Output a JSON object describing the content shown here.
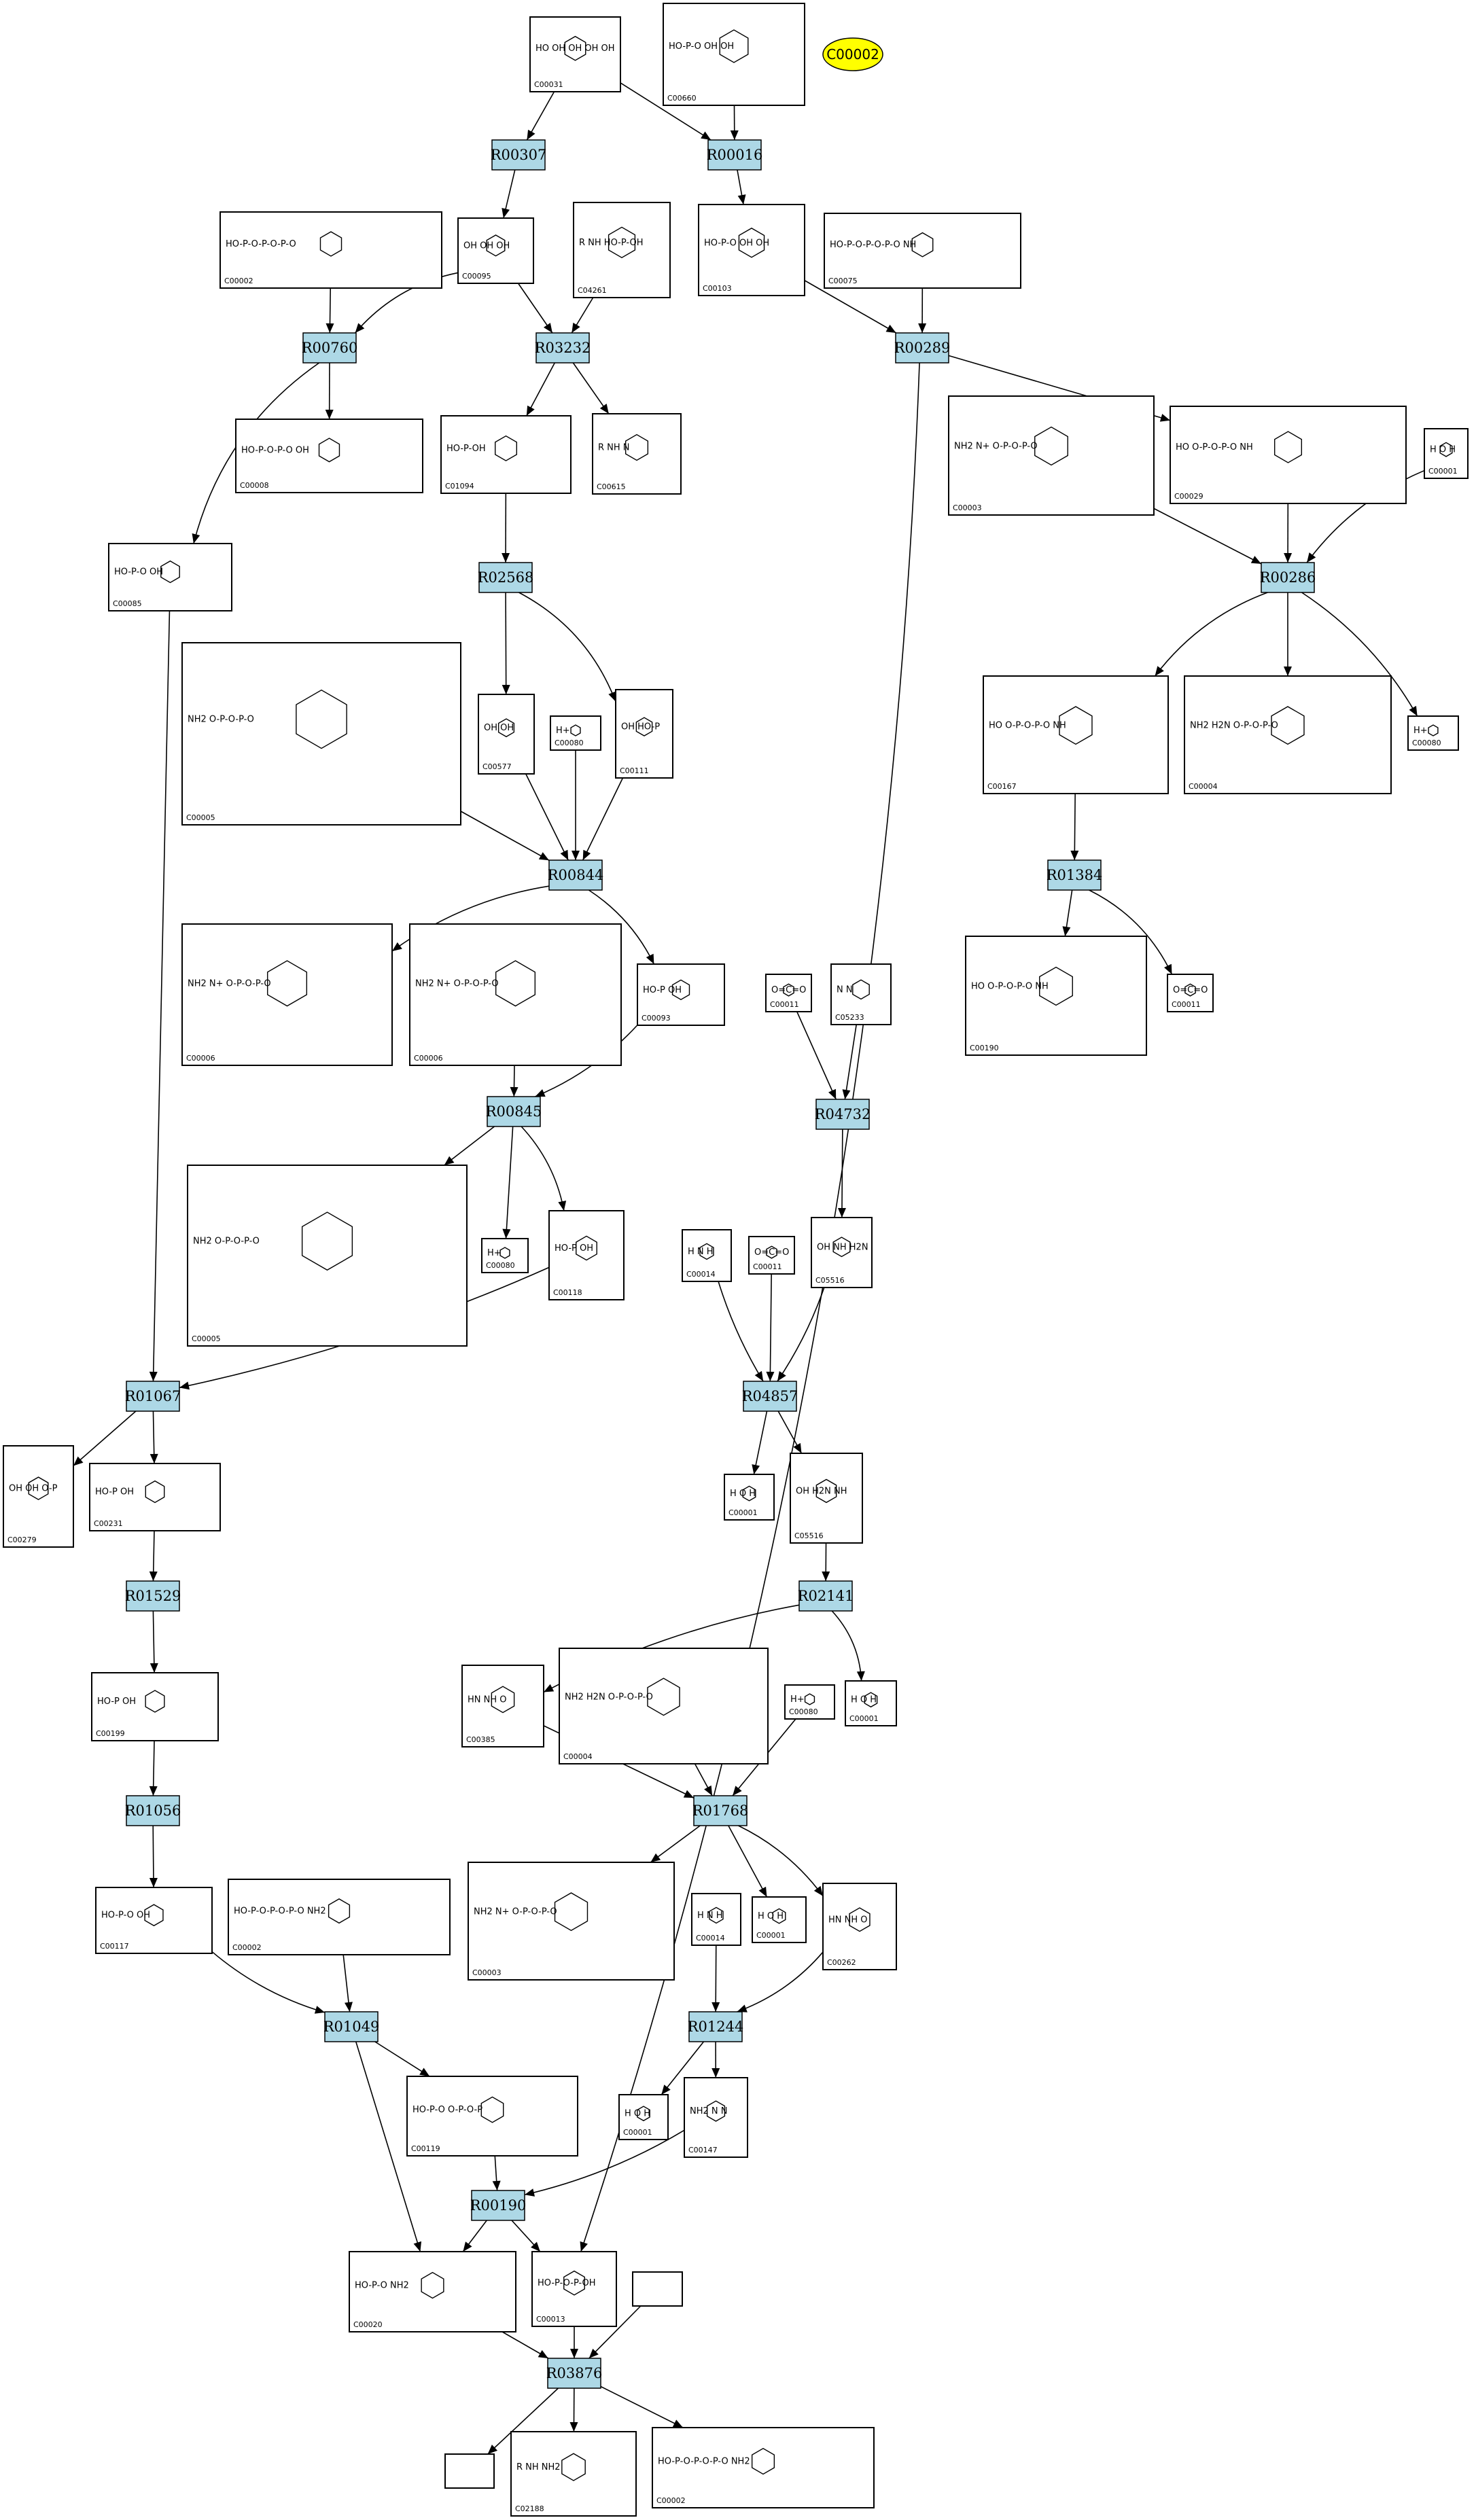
{
  "highlight": {
    "label": "C00002"
  },
  "reactions": [
    {
      "id": "R00307"
    },
    {
      "id": "R00016"
    },
    {
      "id": "R00760"
    },
    {
      "id": "R03232"
    },
    {
      "id": "R00289"
    },
    {
      "id": "R02568"
    },
    {
      "id": "R00286"
    },
    {
      "id": "R00844"
    },
    {
      "id": "R01384"
    },
    {
      "id": "R04732"
    },
    {
      "id": "R00845"
    },
    {
      "id": "R04857"
    },
    {
      "id": "R01067"
    },
    {
      "id": "R01529"
    },
    {
      "id": "R02141"
    },
    {
      "id": "R01056"
    },
    {
      "id": "R01768"
    },
    {
      "id": "R01049"
    },
    {
      "id": "R01244"
    },
    {
      "id": "R00190"
    },
    {
      "id": "R03876"
    }
  ],
  "compounds": [
    {
      "key": "c31",
      "id": "C00031",
      "formula": "HO OH OH OH OH"
    },
    {
      "key": "c660",
      "id": "C00660",
      "formula": "HO-P-O OH OH"
    },
    {
      "key": "c2a",
      "id": "C00002",
      "formula": "HO-P-O-P-O-P-O"
    },
    {
      "key": "c95",
      "id": "C00095",
      "formula": "OH OH OH"
    },
    {
      "key": "c4261",
      "id": "C04261",
      "formula": "R NH HO-P-OH"
    },
    {
      "key": "c103",
      "id": "C00103",
      "formula": "HO-P-O OH OH"
    },
    {
      "key": "c75",
      "id": "C00075",
      "formula": "HO-P-O-P-O-P-O NH"
    },
    {
      "key": "c8",
      "id": "C00008",
      "formula": "HO-P-O-P-O OH"
    },
    {
      "key": "c1094",
      "id": "C01094",
      "formula": "HO-P-OH"
    },
    {
      "key": "c615",
      "id": "C00615",
      "formula": "R NH N"
    },
    {
      "key": "c3a",
      "id": "C00003",
      "formula": "NH2 N+ O-P-O-P-O"
    },
    {
      "key": "c29",
      "id": "C00029",
      "formula": "HO O-P-O-P-O NH"
    },
    {
      "key": "c1a",
      "id": "C00001",
      "formula": "H O H"
    },
    {
      "key": "c85",
      "id": "C00085",
      "formula": "HO-P-O OH"
    },
    {
      "key": "c5a",
      "id": "C00005",
      "formula": "NH2 O-P-O-P-O"
    },
    {
      "key": "c577",
      "id": "C00577",
      "formula": "OH OH"
    },
    {
      "key": "c80a",
      "id": "C00080",
      "formula": "H+"
    },
    {
      "key": "c111",
      "id": "C00111",
      "formula": "OH HO-P"
    },
    {
      "key": "c167",
      "id": "C00167",
      "formula": "HO O-P-O-P-O NH"
    },
    {
      "key": "c4a",
      "id": "C00004",
      "formula": "NH2 H2N O-P-O-P-O"
    },
    {
      "key": "c80b",
      "id": "C00080",
      "formula": "H+"
    },
    {
      "key": "c6a",
      "id": "C00006",
      "formula": "NH2 N+ O-P-O-P-O"
    },
    {
      "key": "c6b",
      "id": "C00006",
      "formula": "NH2 N+ O-P-O-P-O"
    },
    {
      "key": "c93",
      "id": "C00093",
      "formula": "HO-P OH"
    },
    {
      "key": "c11a",
      "id": "C00011",
      "formula": "O=C=O"
    },
    {
      "key": "c5233",
      "id": "C05233",
      "formula": "N N"
    },
    {
      "key": "c190",
      "id": "C00190",
      "formula": "HO O-P-O-P-O NH"
    },
    {
      "key": "c11b",
      "id": "C00011",
      "formula": "O=C=O"
    },
    {
      "key": "c5b",
      "id": "C00005",
      "formula": "NH2 O-P-O-P-O"
    },
    {
      "key": "c80c",
      "id": "C00080",
      "formula": "H+"
    },
    {
      "key": "c118",
      "id": "C00118",
      "formula": "HO-P OH"
    },
    {
      "key": "c14a",
      "id": "C00014",
      "formula": "H N H"
    },
    {
      "key": "c11c",
      "id": "C00011",
      "formula": "O=C=O"
    },
    {
      "key": "c5516a",
      "id": "C05516",
      "formula": "OH NH H2N"
    },
    {
      "key": "c279",
      "id": "C00279",
      "formula": "OH OH O-P"
    },
    {
      "key": "c231",
      "id": "C00231",
      "formula": "HO-P OH"
    },
    {
      "key": "c1b",
      "id": "C00001",
      "formula": "H O H"
    },
    {
      "key": "c5516b",
      "id": "C05516",
      "formula": "OH H2N NH"
    },
    {
      "key": "c199",
      "id": "C00199",
      "formula": "HO-P OH"
    },
    {
      "key": "c385",
      "id": "C00385",
      "formula": "HN NH O"
    },
    {
      "key": "c4b",
      "id": "C00004",
      "formula": "NH2 H2N O-P-O-P-O"
    },
    {
      "key": "c80d",
      "id": "C00080",
      "formula": "H+"
    },
    {
      "key": "c1c",
      "id": "C00001",
      "formula": "H O H"
    },
    {
      "key": "c117",
      "id": "C00117",
      "formula": "HO-P-O OH"
    },
    {
      "key": "c2b",
      "id": "C00002",
      "formula": "HO-P-O-P-O-P-O NH2"
    },
    {
      "key": "c3b",
      "id": "C00003",
      "formula": "NH2 N+ O-P-O-P-O"
    },
    {
      "key": "c14b",
      "id": "C00014",
      "formula": "H N H"
    },
    {
      "key": "c1d",
      "id": "C00001",
      "formula": "H O H"
    },
    {
      "key": "c262",
      "id": "C00262",
      "formula": "HN NH O"
    },
    {
      "key": "c119",
      "id": "C00119",
      "formula": "HO-P-O O-P-O-P"
    },
    {
      "key": "c1e",
      "id": "C00001",
      "formula": "H O H"
    },
    {
      "key": "c147",
      "id": "C00147",
      "formula": "NH2 N N"
    },
    {
      "key": "c20",
      "id": "C00020",
      "formula": "HO-P-O NH2"
    },
    {
      "key": "c13",
      "id": "C00013",
      "formula": "HO-P-O-P-OH"
    },
    {
      "key": "cblank1",
      "id": "",
      "formula": ""
    },
    {
      "key": "cblank2",
      "id": "",
      "formula": ""
    },
    {
      "key": "c2188",
      "id": "C02188",
      "formula": "R NH NH2"
    },
    {
      "key": "c2c",
      "id": "C00002",
      "formula": "HO-P-O-P-O-P-O NH2"
    }
  ]
}
